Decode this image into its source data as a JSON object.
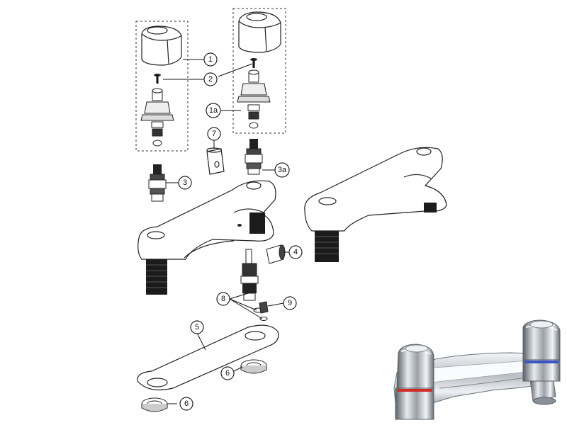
{
  "callouts": [
    {
      "id": "c1",
      "label": "1"
    },
    {
      "id": "c2",
      "label": "2"
    },
    {
      "id": "c1a",
      "label": "1a"
    },
    {
      "id": "c7",
      "label": "7"
    },
    {
      "id": "c3",
      "label": "3"
    },
    {
      "id": "c3a",
      "label": "3a"
    },
    {
      "id": "c4",
      "label": "4"
    },
    {
      "id": "c8",
      "label": "8"
    },
    {
      "id": "c9",
      "label": "9"
    },
    {
      "id": "c5",
      "label": "5"
    },
    {
      "id": "c6a",
      "label": "6"
    },
    {
      "id": "c6b",
      "label": "6"
    }
  ],
  "colors": {
    "hot_indicator": "#d42a2a",
    "cold_indicator": "#3a55c8",
    "chrome_dark": "#4a4f55",
    "chrome_light": "#e9ecef"
  }
}
